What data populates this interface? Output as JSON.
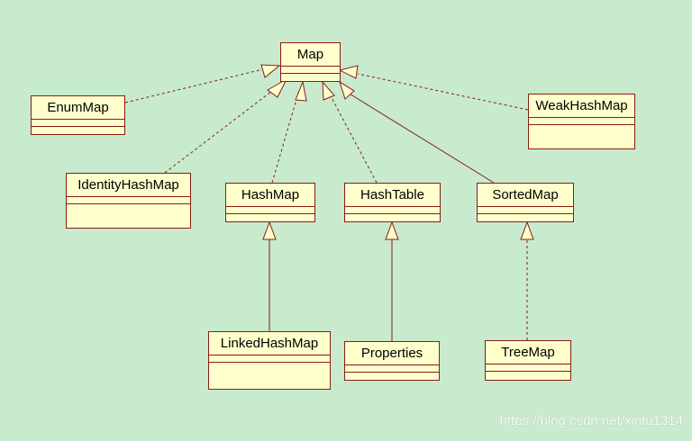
{
  "classes": {
    "map": "Map",
    "enummap": "EnumMap",
    "weakhashmap": "WeakHashMap",
    "identityhashmap": "IdentityHashMap",
    "hashmap": "HashMap",
    "hashtable": "HashTable",
    "sortedmap": "SortedMap",
    "linkedhashmap": "LinkedHashMap",
    "properties": "Properties",
    "treemap": "TreeMap"
  },
  "relations": [
    {
      "from": "enummap",
      "to": "map",
      "kind": "realization"
    },
    {
      "from": "identityhashmap",
      "to": "map",
      "kind": "realization"
    },
    {
      "from": "hashmap",
      "to": "map",
      "kind": "realization"
    },
    {
      "from": "hashtable",
      "to": "map",
      "kind": "realization"
    },
    {
      "from": "sortedmap",
      "to": "map",
      "kind": "generalization"
    },
    {
      "from": "weakhashmap",
      "to": "map",
      "kind": "realization"
    },
    {
      "from": "linkedhashmap",
      "to": "hashmap",
      "kind": "generalization"
    },
    {
      "from": "properties",
      "to": "hashtable",
      "kind": "generalization"
    },
    {
      "from": "treemap",
      "to": "sortedmap",
      "kind": "realization"
    }
  ],
  "watermark": "https://blog.csdn.net/xintu1314",
  "colors": {
    "background": "#c7ebcc",
    "box_fill": "#ffffcc",
    "box_border": "#8b1a1a"
  }
}
